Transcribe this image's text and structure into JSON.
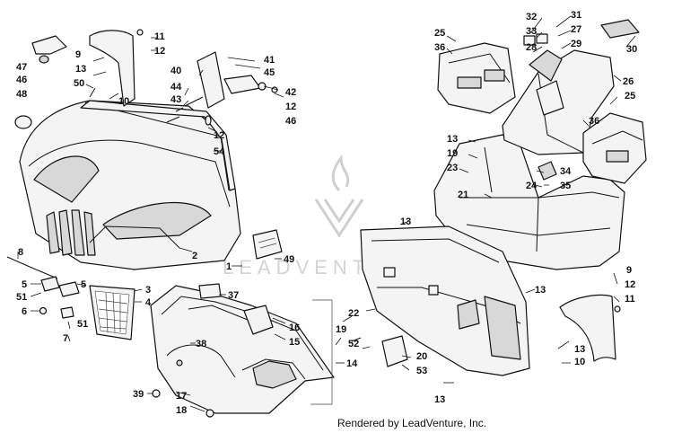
{
  "watermark": "LEADVENTURE",
  "credit": "Rendered by LeadVenture, Inc.",
  "callouts": {
    "c1": "1",
    "c2": "2",
    "c3": "3",
    "c4": "4",
    "c5a": "5",
    "c5b": "5",
    "c6": "6",
    "c7": "7",
    "c8": "8",
    "c9a": "9",
    "c9b": "9",
    "c10a": "10",
    "c10b": "10",
    "c11a": "11",
    "c11b": "11",
    "c12a": "12",
    "c12b": "12",
    "c12c": "12",
    "c12d": "12",
    "c13a": "13",
    "c13b": "13",
    "c13c": "13",
    "c13d": "13",
    "c13e": "13",
    "c13f": "13",
    "c14": "14",
    "c15": "15",
    "c16": "16",
    "c17": "17",
    "c18": "18",
    "c19a": "19",
    "c19b": "19",
    "c20": "20",
    "c21": "21",
    "c22": "22",
    "c23": "23",
    "c24": "24",
    "c25a": "25",
    "c25b": "25",
    "c26": "26",
    "c27": "27",
    "c28": "28",
    "c29": "29",
    "c30": "30",
    "c31": "31",
    "c32": "32",
    "c33": "33",
    "c34": "34",
    "c35": "35",
    "c36a": "36",
    "c36b": "36",
    "c37": "37",
    "c38": "38",
    "c39": "39",
    "c40": "40",
    "c41": "41",
    "c42": "42",
    "c43": "43",
    "c44": "44",
    "c45": "45",
    "c46a": "46",
    "c46b": "46",
    "c47": "47",
    "c48": "48",
    "c49": "49",
    "c50": "50",
    "c51a": "51",
    "c51b": "51",
    "c52": "52",
    "c53": "53",
    "c54": "54"
  }
}
